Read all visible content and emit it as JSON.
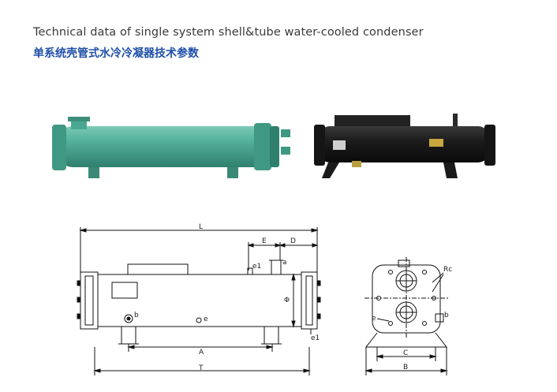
{
  "title_en": "Technical data of single system shell&tube water-cooled condenser",
  "title_zh": "单系统壳管式水冷冷凝器技术参数",
  "colors": {
    "title_zh": "#1f4fa8",
    "green_condenser": "#4aa892",
    "black_condenser": "#1c1c1c"
  },
  "side_view_labels": {
    "L": "L",
    "E": "E",
    "D": "D",
    "a": "a",
    "e1_top": "e1",
    "phi": "Φ",
    "b": "b",
    "e": "e",
    "e1_bottom": "e1",
    "A": "A",
    "T": "T"
  },
  "end_view_labels": {
    "Rc": "Rc",
    "e": "e",
    "b": "b",
    "C": "C",
    "B": "B"
  }
}
